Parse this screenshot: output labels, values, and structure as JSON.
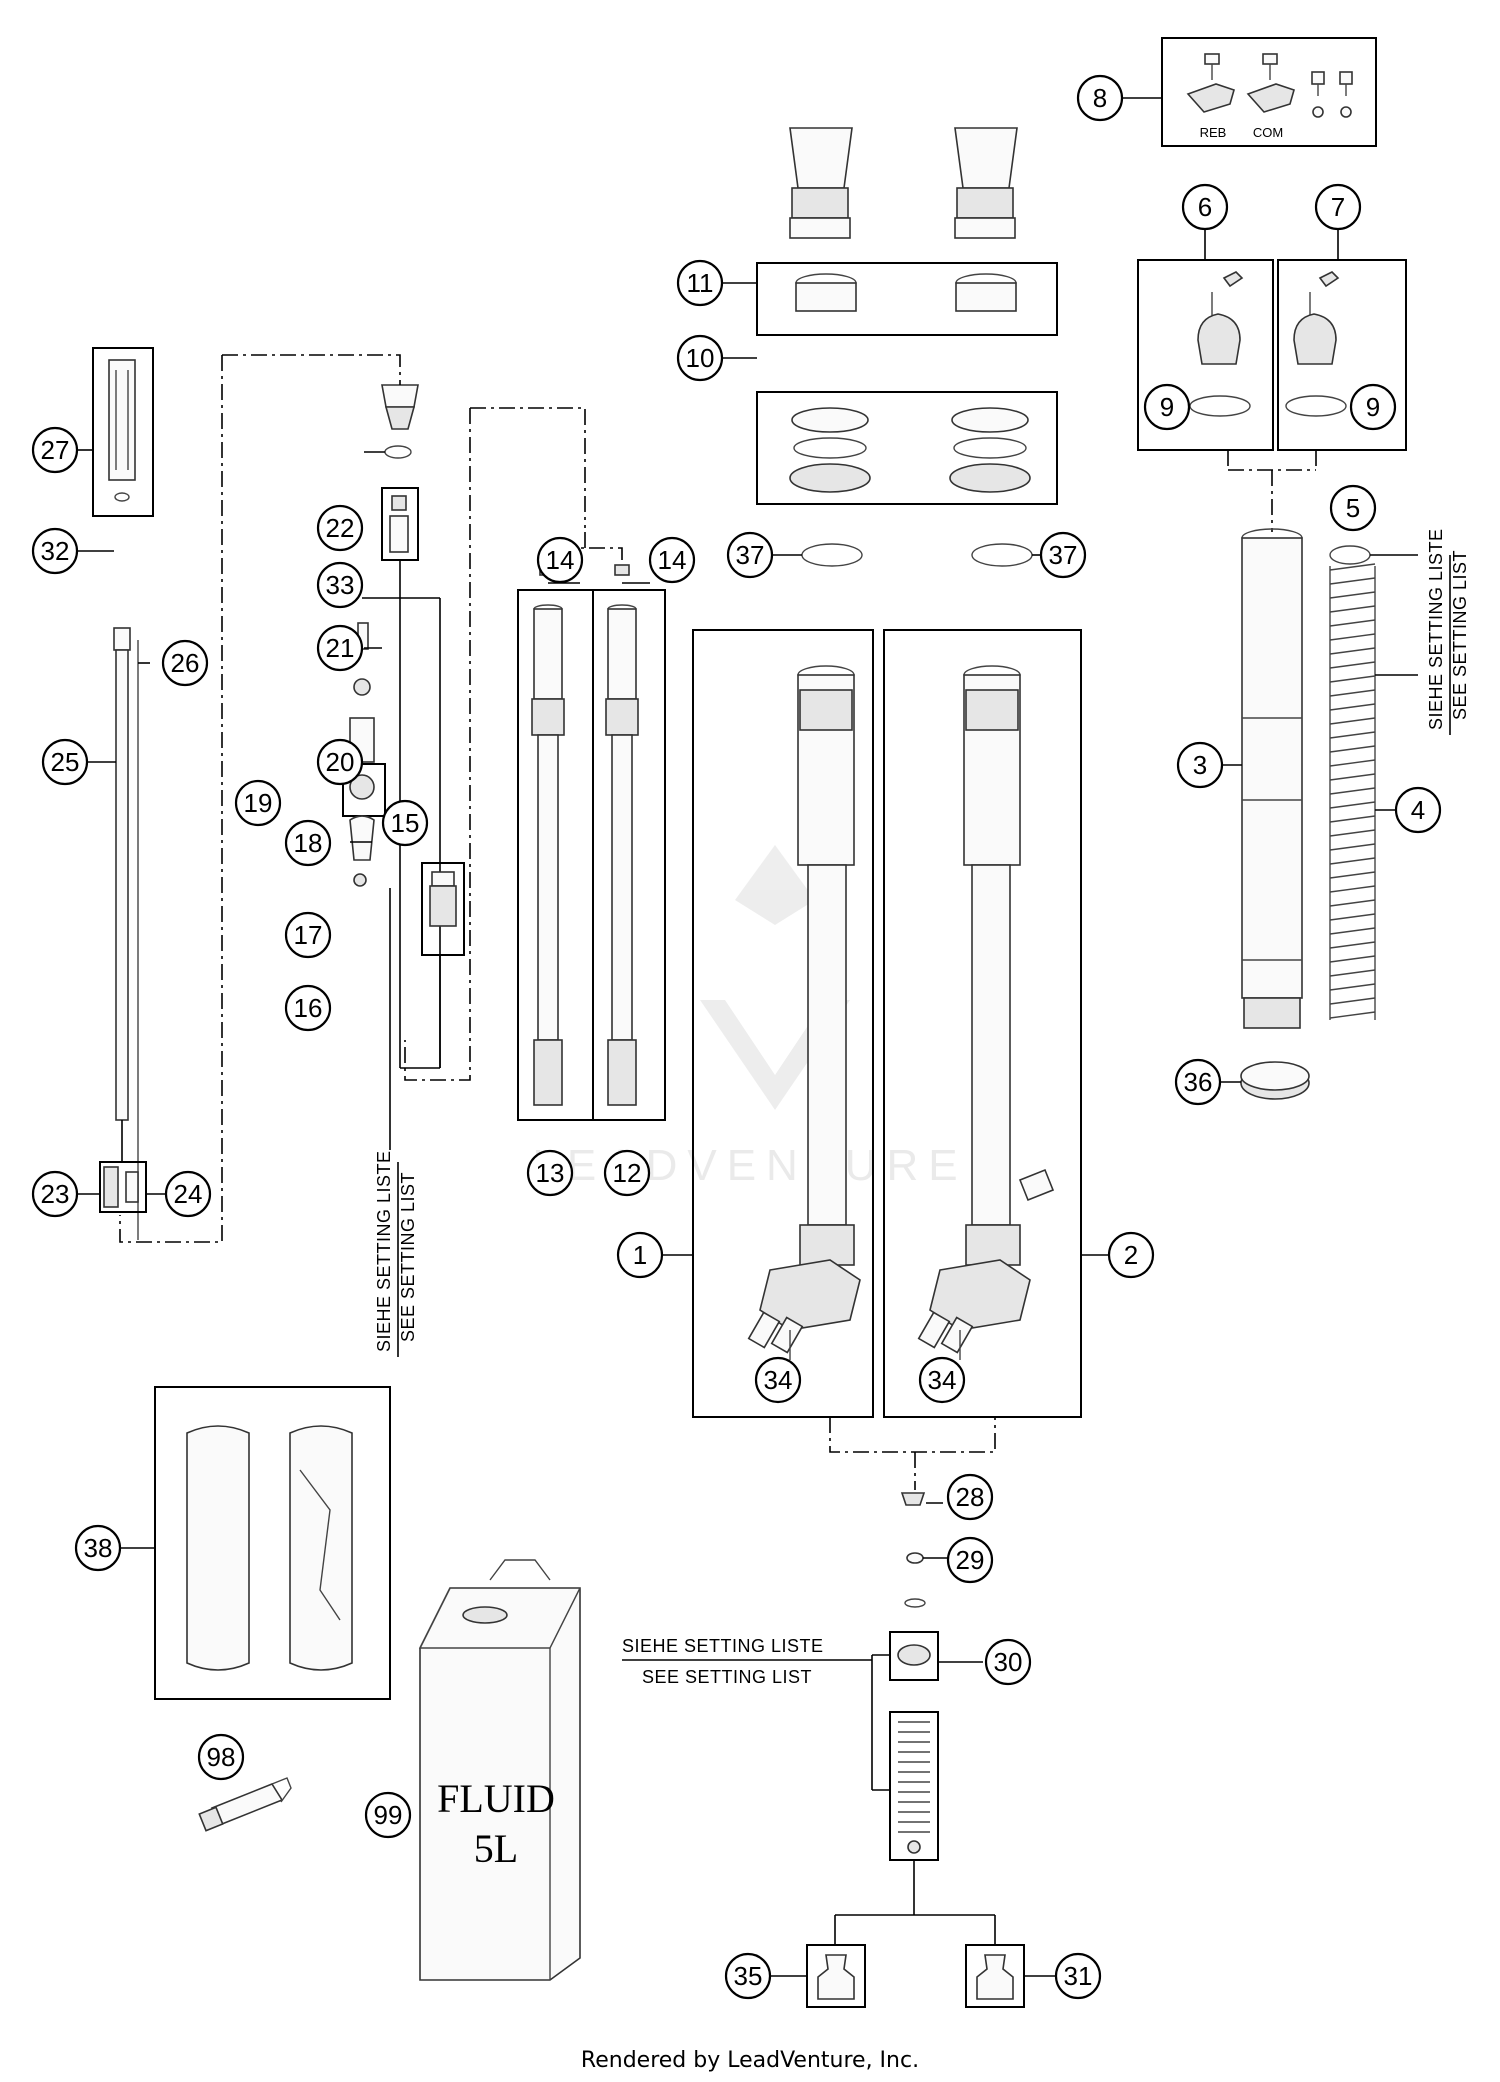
{
  "callouts": {
    "c1": "1",
    "c2": "2",
    "c3": "3",
    "c4": "4",
    "c5": "5",
    "c6": "6",
    "c7": "7",
    "c8": "8",
    "c9a": "9",
    "c9b": "9",
    "c10": "10",
    "c11": "11",
    "c12": "12",
    "c13": "13",
    "c14a": "14",
    "c14b": "14",
    "c15": "15",
    "c16": "16",
    "c17": "17",
    "c18": "18",
    "c19": "19",
    "c20": "20",
    "c21": "21",
    "c22": "22",
    "c23": "23",
    "c24": "24",
    "c25": "25",
    "c26": "26",
    "c27": "27",
    "c28": "28",
    "c29": "29",
    "c30": "30",
    "c31": "31",
    "c32": "32",
    "c33": "33",
    "c34a": "34",
    "c34b": "34",
    "c35": "35",
    "c36": "36",
    "c37a": "37",
    "c37b": "37",
    "c38": "38",
    "c98": "98",
    "c99": "99"
  },
  "labels": {
    "reb": "REB",
    "com": "COM",
    "fluid_line1": "FLUID",
    "fluid_line2": "5L",
    "siehe": "SIEHE SETTING LISTE",
    "see": "SEE SETTING LIST",
    "watermark": "LEADVENTURE"
  },
  "footer": "Rendered by LeadVenture, Inc."
}
